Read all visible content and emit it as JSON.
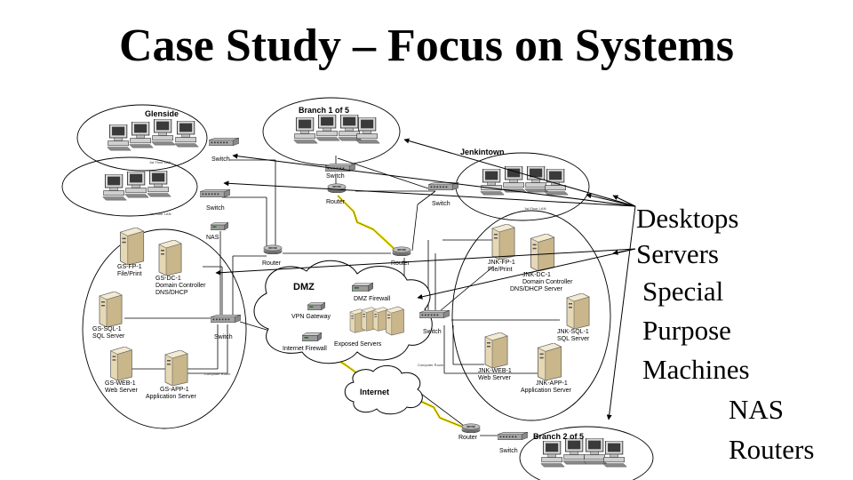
{
  "slide": {
    "title": "Case Study – Focus on Systems"
  },
  "side_labels": {
    "desktops": "Desktops",
    "servers": "Servers",
    "special": "Special",
    "purpose": "Purpose",
    "machines": "Machines",
    "nas": "NAS",
    "routers": "Routers"
  },
  "sites": {
    "glenside": "Glenside",
    "branch1": "Branch 1 of 5",
    "jenkintown": "Jenkintown",
    "branch2": "Branch 2 of 5",
    "dmz": "DMZ",
    "internet": "Internet"
  },
  "devices": {
    "switch": "Switch",
    "router": "Router",
    "nas": "NAS",
    "dmz_firewall": "DMZ Firewall",
    "vpn_gateway": "VPN Gateway",
    "internet_firewall": "Internet Firewall",
    "exposed_servers": "Exposed Servers"
  },
  "glenside_servers": {
    "fp1_name": "GS-FP-1",
    "fp1_role": "File/Print",
    "dc1_name": "GS-DC-1",
    "dc1_role1": "Domain Controller",
    "dc1_role2": "DNS/DHCP",
    "sql1_name": "GS-SQL-1",
    "sql1_role": "SQL Server",
    "web1_name": "GS-WEB-1",
    "web1_role": "Web Server",
    "app1_name": "GS-APP-1",
    "app1_role": "Application Server"
  },
  "jenkintown_servers": {
    "fp1_name": "JNK-FP-1",
    "fp1_role": "File/Print",
    "dc1_name": "JNK-DC-1",
    "dc1_role1": "Domain Controller",
    "dc1_role2": "DNS/DHCP Server",
    "sql1_name": "JNK-SQL-1",
    "sql1_role": "SQL Server",
    "web1_name": "JNK-WEB-1",
    "web1_role": "Web Server",
    "app1_name": "JNK-APP-1",
    "app1_role": "Application Server"
  },
  "small_labels": {
    "first_floor_lan": "1st Floor LAN",
    "computer_room": "Computer Room"
  },
  "colors": {
    "wan_link": "#f0e000",
    "line": "#000000"
  }
}
